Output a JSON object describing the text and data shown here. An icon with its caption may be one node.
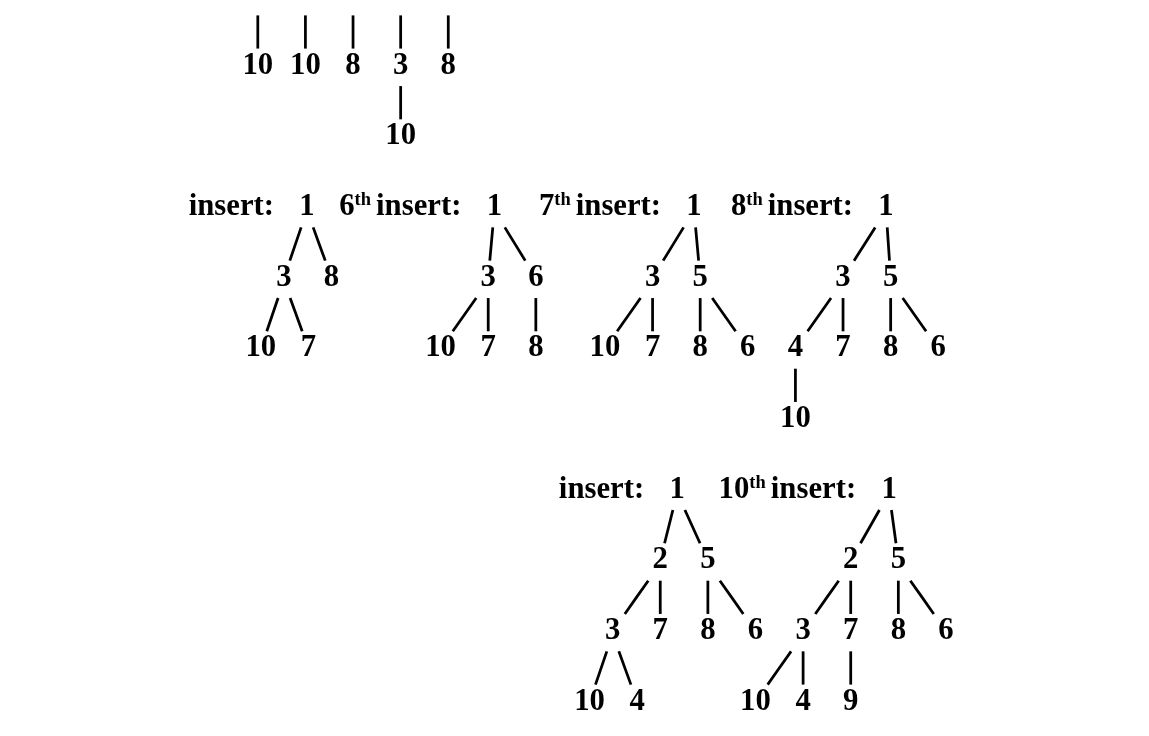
{
  "diagram": {
    "nodes": [
      {
        "text": [
          "10"
        ]
      },
      {
        "text": [
          "10"
        ]
      },
      {
        "text": [
          "8"
        ]
      },
      {
        "text": [
          "3"
        ]
      },
      {
        "text": [
          "8"
        ]
      },
      {
        "text": [
          "10"
        ]
      },
      {
        "text": [
          "1"
        ],
        "beside": [
          "insert:"
        ]
      },
      {
        "text": [
          "3"
        ]
      },
      {
        "text": [
          "8"
        ]
      },
      {
        "text": [
          "10"
        ]
      },
      {
        "text": [
          "7"
        ]
      },
      {
        "text": [
          "1"
        ],
        "beside": [
          "6$^{th}$ insert:"
        ]
      },
      {
        "text": [
          "3"
        ]
      },
      {
        "text": [
          "6"
        ]
      },
      {
        "text": [
          "10"
        ]
      },
      {
        "text": [
          "7"
        ]
      },
      {
        "text": [
          "8"
        ]
      },
      {
        "text": [
          "1"
        ],
        "beside": [
          "7$^{th}$ insert:"
        ]
      },
      {
        "text": [
          "3"
        ]
      },
      {
        "text": [
          "5"
        ]
      },
      {
        "text": [
          "10"
        ]
      },
      {
        "text": [
          "7"
        ]
      },
      {
        "text": [
          "8"
        ]
      },
      {
        "text": [
          "6"
        ]
      },
      {
        "text": [
          "1"
        ],
        "beside": [
          "8$^{th}$ insert:"
        ]
      },
      {
        "text": [
          "3"
        ]
      },
      {
        "text": [
          "5"
        ]
      },
      {
        "text": [
          "4"
        ]
      },
      {
        "text": [
          "7"
        ]
      },
      {
        "text": [
          "8"
        ]
      },
      {
        "text": [
          "6"
        ]
      },
      {
        "text": [
          "10"
        ]
      },
      {
        "text": [
          "1"
        ],
        "beside": [
          "insert:"
        ]
      },
      {
        "text": [
          "2"
        ]
      },
      {
        "text": [
          "5"
        ]
      },
      {
        "text": [
          "3"
        ]
      },
      {
        "text": [
          "7"
        ]
      },
      {
        "text": [
          "8"
        ]
      },
      {
        "text": [
          "6"
        ]
      },
      {
        "text": [
          "10"
        ]
      },
      {
        "text": [
          "4"
        ]
      },
      {
        "text": [
          "1"
        ],
        "beside": [
          "10$^{th}$ insert:"
        ]
      },
      {
        "text": [
          "2"
        ]
      },
      {
        "text": [
          "5"
        ]
      },
      {
        "text": [
          "3"
        ]
      },
      {
        "text": [
          "7"
        ]
      },
      {
        "text": [
          "8"
        ]
      },
      {
        "text": [
          "6"
        ]
      },
      {
        "text": [
          "10"
        ]
      },
      {
        "text": [
          "4"
        ]
      },
      {
        "text": [
          "9"
        ]
      }
    ],
    "edges": [
      {
        "from": null,
        "to": 0,
        "arrow": "none"
      },
      {
        "from": null,
        "to": 1,
        "arrow": "none"
      },
      {
        "from": null,
        "to": 2,
        "arrow": "none"
      },
      {
        "from": null,
        "to": 3,
        "arrow": "none"
      },
      {
        "from": null,
        "to": 4,
        "arrow": "none"
      },
      {
        "from": 3,
        "to": 5,
        "arrow": "none"
      },
      {
        "from": 6,
        "to": 7,
        "arrow": "none"
      },
      {
        "from": 6,
        "to": 8,
        "arrow": "none"
      },
      {
        "from": 7,
        "to": 9,
        "arrow": "none"
      },
      {
        "from": 7,
        "to": 10,
        "arrow": "none"
      },
      {
        "from": 11,
        "to": 12,
        "arrow": "none"
      },
      {
        "from": 11,
        "to": 13,
        "arrow": "none"
      },
      {
        "from": 12,
        "to": 14,
        "arrow": "none"
      },
      {
        "from": 12,
        "to": 15,
        "arrow": "none"
      },
      {
        "from": 13,
        "to": 16,
        "arrow": "none"
      },
      {
        "from": 17,
        "to": 18,
        "arrow": "none"
      },
      {
        "from": 17,
        "to": 19,
        "arrow": "none"
      },
      {
        "from": 18,
        "to": 20,
        "arrow": "none"
      },
      {
        "from": 18,
        "to": 21,
        "arrow": "none"
      },
      {
        "from": 19,
        "to": 22,
        "arrow": "none"
      },
      {
        "from": 19,
        "to": 23,
        "arrow": "none"
      },
      {
        "from": 24,
        "to": 25,
        "arrow": "none"
      },
      {
        "from": 24,
        "to": 26,
        "arrow": "none"
      },
      {
        "from": 25,
        "to": 27,
        "arrow": "none"
      },
      {
        "from": 25,
        "to": 28,
        "arrow": "none"
      },
      {
        "from": 26,
        "to": 29,
        "arrow": "none"
      },
      {
        "from": 26,
        "to": 30,
        "arrow": "none"
      },
      {
        "from": 27,
        "to": 31,
        "arrow": "none"
      },
      {
        "from": 32,
        "to": 33,
        "arrow": "none"
      },
      {
        "from": 32,
        "to": 34,
        "arrow": "none"
      },
      {
        "from": 33,
        "to": 35,
        "arrow": "none"
      },
      {
        "from": 33,
        "to": 36,
        "arrow": "none"
      },
      {
        "from": 34,
        "to": 37,
        "arrow": "none"
      },
      {
        "from": 34,
        "to": 38,
        "arrow": "none"
      },
      {
        "from": 35,
        "to": 39,
        "arrow": "none"
      },
      {
        "from": 35,
        "to": 40,
        "arrow": "none"
      },
      {
        "from": 41,
        "to": 42,
        "arrow": "none"
      },
      {
        "from": 41,
        "to": 43,
        "arrow": "none"
      },
      {
        "from": 42,
        "to": 44,
        "arrow": "none"
      },
      {
        "from": 42,
        "to": 45,
        "arrow": "none"
      },
      {
        "from": 43,
        "to": 46,
        "arrow": "none"
      },
      {
        "from": 43,
        "to": 47,
        "arrow": "none"
      },
      {
        "from": 44,
        "to": 48,
        "arrow": "none"
      },
      {
        "from": 44,
        "to": 49,
        "arrow": "none"
      },
      {
        "from": 45,
        "to": 50,
        "arrow": "none"
      }
    ]
  }
}
